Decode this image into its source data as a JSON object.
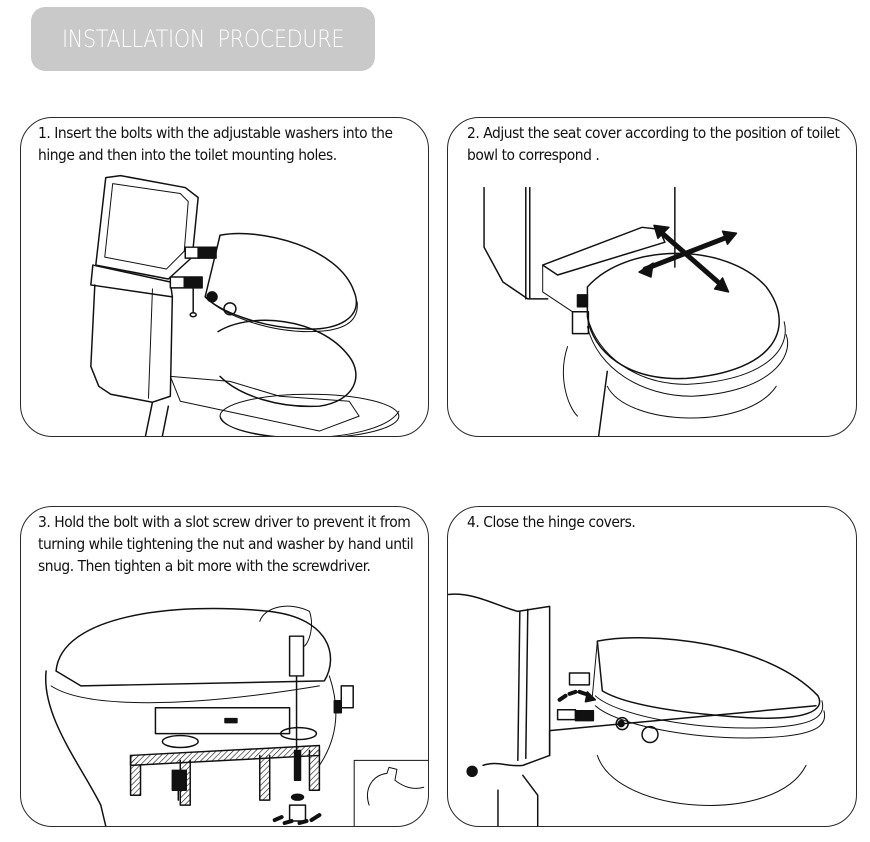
{
  "header": {
    "title": "INSTALLATION  PROCEDURE",
    "badge_color": "#c9c9ca",
    "title_color": "#ffffff"
  },
  "steps": [
    {
      "number": "1",
      "text": "1. Insert the bolts with the adjustable washers into the hinge and then into the toilet mounting holes.",
      "illustration": "toilet-with-bolts-inserted-into-hinge"
    },
    {
      "number": "2",
      "text": "2. Adjust the seat cover according to the position of toilet bowl to correspond .",
      "illustration": "seat-cover-with-adjustment-cross-arrows"
    },
    {
      "number": "3",
      "text": "3. Hold the bolt with a slot screw driver to prevent it from turning while tightening the nut and washer by hand until snug.  Then tighten a bit more with the screwdriver.",
      "illustration": "screwdriver-holding-bolt-while-nut-tightened",
      "inset": "flexed-arm-strength-icon"
    },
    {
      "number": "4",
      "text": "4. Close the hinge covers.",
      "illustration": "hinge-cover-closing-with-rotation-arrow"
    }
  ]
}
